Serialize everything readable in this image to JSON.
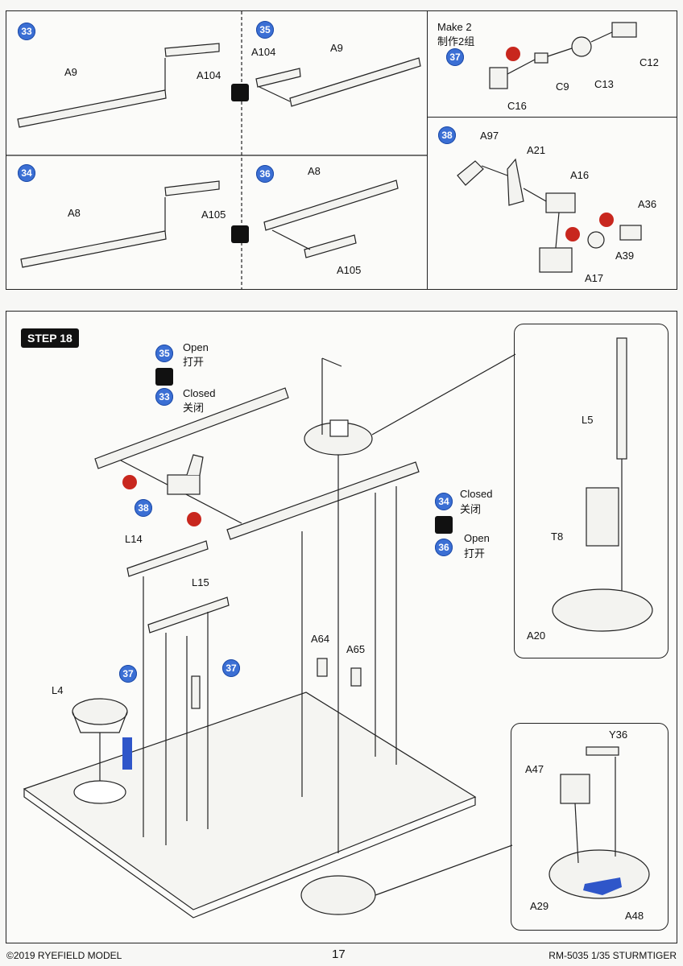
{
  "substeps": {
    "s33": {
      "num": "33",
      "labels": {
        "a": "A9",
        "b": "A104"
      }
    },
    "s35": {
      "num": "35",
      "labels": {
        "a": "A104",
        "b": "A9"
      }
    },
    "s37": {
      "num": "37",
      "make": "Make 2",
      "make_cn": "制作2组",
      "labels": {
        "c12": "C12",
        "c9": "C9",
        "c13": "C13",
        "c16": "C16"
      }
    },
    "s34": {
      "num": "34",
      "labels": {
        "a": "A8",
        "b": "A105"
      }
    },
    "s36": {
      "num": "36",
      "labels": {
        "a": "A8",
        "b": "A105"
      }
    },
    "s38": {
      "num": "38",
      "labels": {
        "a97": "A97",
        "a21": "A21",
        "a16": "A16",
        "a36": "A36",
        "a39": "A39",
        "a17": "A17"
      }
    }
  },
  "step18": {
    "title": "STEP 18",
    "open": "Open",
    "open_cn": "打开",
    "closed": "Closed",
    "closed_cn": "关闭",
    "b35": "35",
    "b33": "33",
    "b38": "38",
    "b34": "34",
    "b36": "36",
    "b37a": "37",
    "b37b": "37",
    "labels": {
      "l14": "L14",
      "l15": "L15",
      "l4": "L4",
      "a64": "A64",
      "a65": "A65",
      "l5": "L5",
      "t8": "T8",
      "a20": "A20",
      "y36": "Y36",
      "a47": "A47",
      "a29": "A29",
      "a48": "A48"
    }
  },
  "footer": {
    "copyright": "©2019 RYEFIELD MODEL",
    "page": "17",
    "code": "RM-5035 1/35 STURMTIGER"
  },
  "colors": {
    "badge": "#3b6fd4",
    "warn": "#c8271e",
    "part_blue": "#2f56c9"
  }
}
